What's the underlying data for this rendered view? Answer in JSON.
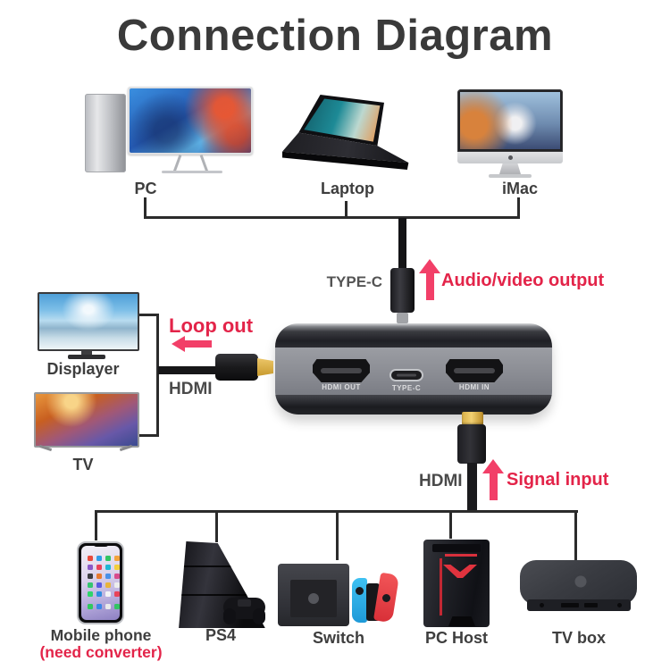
{
  "title": "Connection Diagram",
  "colors": {
    "red_text": "#e32449",
    "arrow_pink": "#f23f68",
    "line_dark": "#2b2b2b",
    "label_dark": "#3e3e3e"
  },
  "top_devices": [
    {
      "label": "PC"
    },
    {
      "label": "Laptop"
    },
    {
      "label": "iMac"
    }
  ],
  "left_devices": [
    {
      "label": "Displayer"
    },
    {
      "label": "TV"
    }
  ],
  "bottom_devices": [
    {
      "label": "Mobile phone",
      "note": "(need converter)"
    },
    {
      "label": "PS4"
    },
    {
      "label": "Switch"
    },
    {
      "label": "PC Host"
    },
    {
      "label": "TV box"
    }
  ],
  "capture_box": {
    "ports": [
      {
        "label": "HDMI OUT"
      },
      {
        "label": "TYPE-C"
      },
      {
        "label": "HDMI IN"
      }
    ]
  },
  "annotations": {
    "type_c_cable": "TYPE-C",
    "audio_video_output": "Audio/video output",
    "loop_out": "Loop out",
    "hdmi_loop": "HDMI",
    "hdmi_input": "HDMI",
    "signal_input": "Signal input"
  }
}
